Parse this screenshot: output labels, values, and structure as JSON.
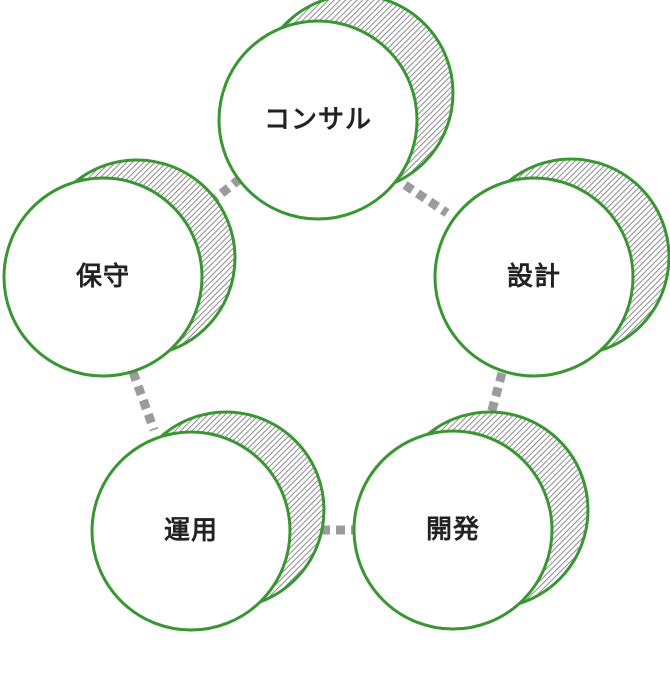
{
  "diagram": {
    "nodes": [
      {
        "id": "consul",
        "label": "コンサル"
      },
      {
        "id": "design",
        "label": "設計"
      },
      {
        "id": "dev",
        "label": "開発"
      },
      {
        "id": "ops",
        "label": "運用"
      },
      {
        "id": "maint",
        "label": "保守"
      }
    ],
    "edges": [
      {
        "from": "consul",
        "to": "design"
      },
      {
        "from": "design",
        "to": "dev"
      },
      {
        "from": "dev",
        "to": "ops"
      },
      {
        "from": "ops",
        "to": "maint"
      },
      {
        "from": "maint",
        "to": "consul"
      }
    ]
  },
  "colors": {
    "circle_stroke": "#3a9632",
    "circle_fill": "#ffffff",
    "hatch": "#6f6f6f",
    "connector": "#9b9b9b",
    "label": "#222222"
  }
}
